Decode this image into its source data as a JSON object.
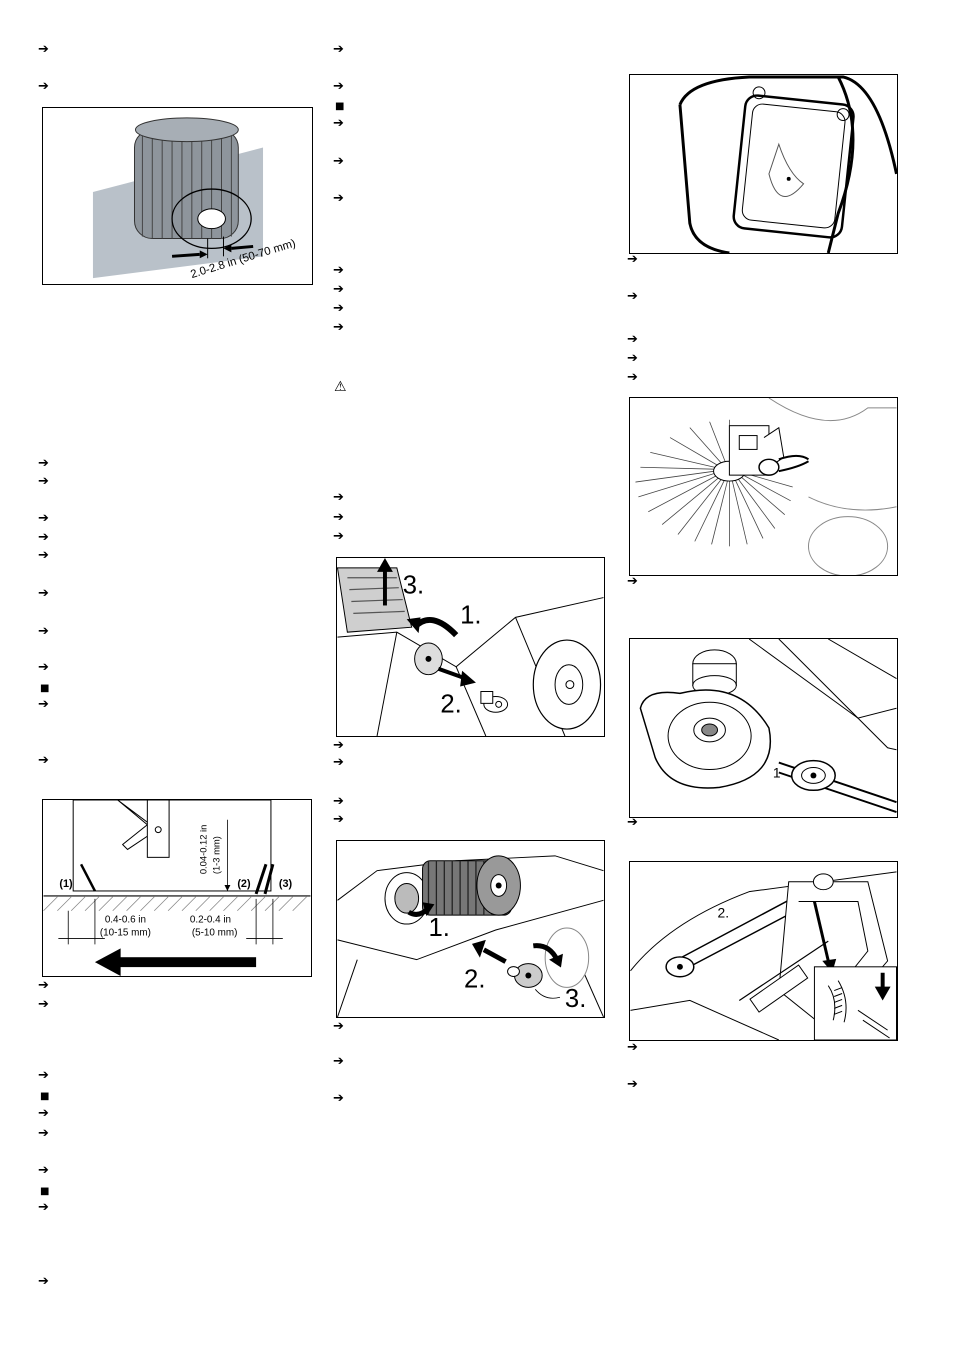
{
  "markers": {
    "arrow": "➔",
    "square": "■",
    "warning": "⚠"
  },
  "figures": {
    "roller_pattern": {
      "measure": "2.0-2.8 in (50-70 mm)"
    },
    "side_brush_setting": {
      "label_1": "(1)",
      "label_2": "(2)",
      "label_3": "(3)",
      "height_in": "0.04-0.12 in",
      "height_mm": "(1-3 mm)",
      "left_in": "0.4-0.6 in",
      "left_mm": "(10-15 mm)",
      "right_in": "0.2-0.4 in",
      "right_mm": "(5-10 mm)"
    },
    "roller_remove": {
      "step1": "1.",
      "step2": "2.",
      "step3": "3."
    },
    "roller_install": {
      "step1": "1.",
      "step2": "2.",
      "step3": "3."
    },
    "belt_pulley": {
      "callout": "1"
    },
    "belt_tension": {
      "callout": "2."
    }
  }
}
